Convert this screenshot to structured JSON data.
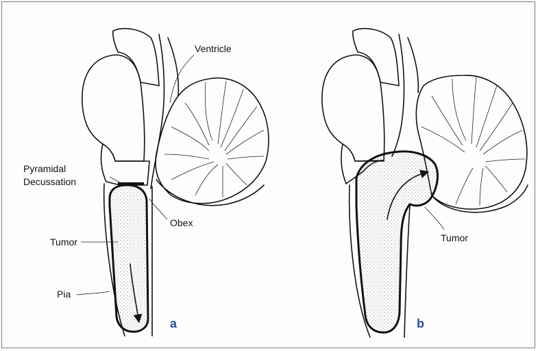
{
  "panels": [
    {
      "id": "a",
      "label": "a",
      "annotations": {
        "ventricle": "Ventricle",
        "pyramidal_line1": "Pyramidal",
        "pyramidal_line2": "Decussation",
        "obex": "Obex",
        "tumor": "Tumor",
        "pia": "Pia"
      }
    },
    {
      "id": "b",
      "label": "b",
      "annotations": {
        "tumor": "Tumor"
      }
    }
  ],
  "colors": {
    "panel_label": "#2f4f9c",
    "ink": "#111111",
    "frame": "#6f7f8f"
  }
}
